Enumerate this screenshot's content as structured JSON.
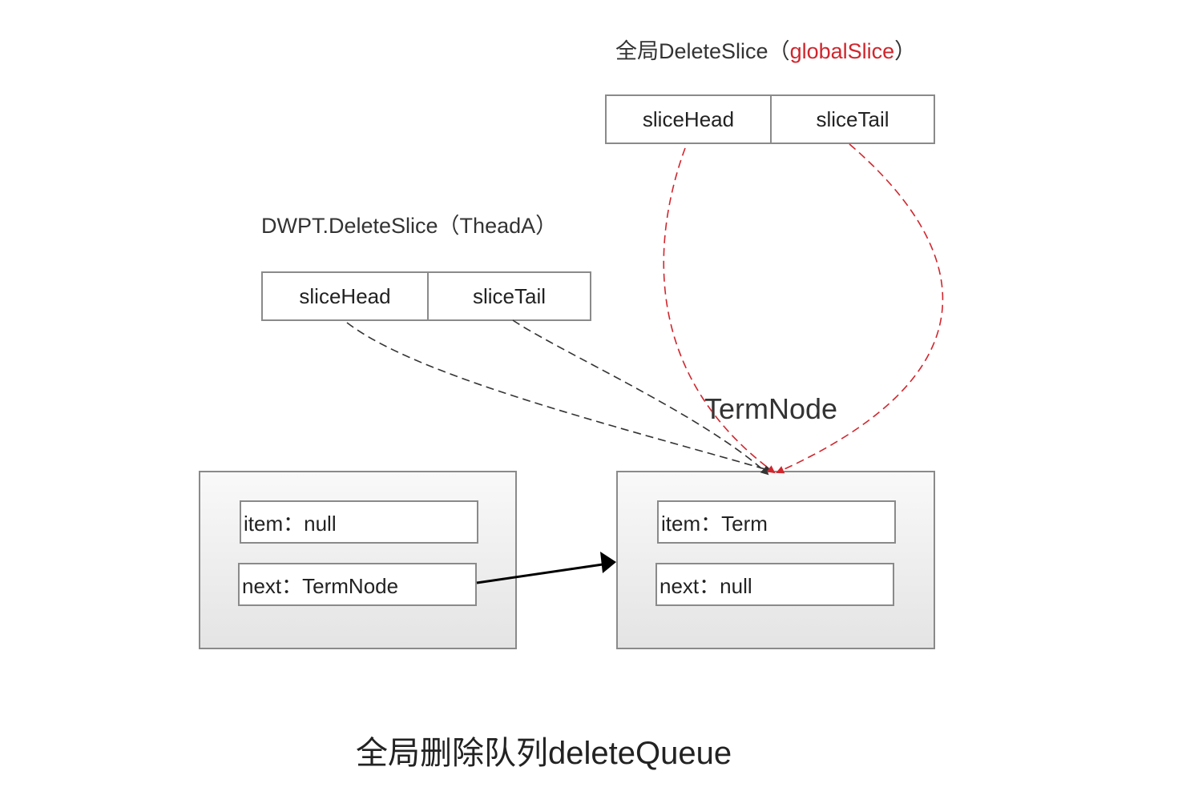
{
  "global_slice": {
    "title_prefix": "全局DeleteSlice（",
    "title_name": "globalSlice",
    "title_suffix": "）",
    "head_label": "sliceHead",
    "tail_label": "sliceTail"
  },
  "thread_slice": {
    "title": "DWPT.DeleteSlice（TheadA）",
    "head_label": "sliceHead",
    "tail_label": "sliceTail"
  },
  "term_node_label": "TermNode",
  "left_node": {
    "item_field": "item：null",
    "next_field": "next：TermNode"
  },
  "right_node": {
    "item_field": "item：Term",
    "next_field": "next：null"
  },
  "caption": "全局删除队列deleteQueue",
  "colors": {
    "accent_red": "#d0262d",
    "dashed_dark": "#333333",
    "border_gray": "#8a8a8a"
  }
}
